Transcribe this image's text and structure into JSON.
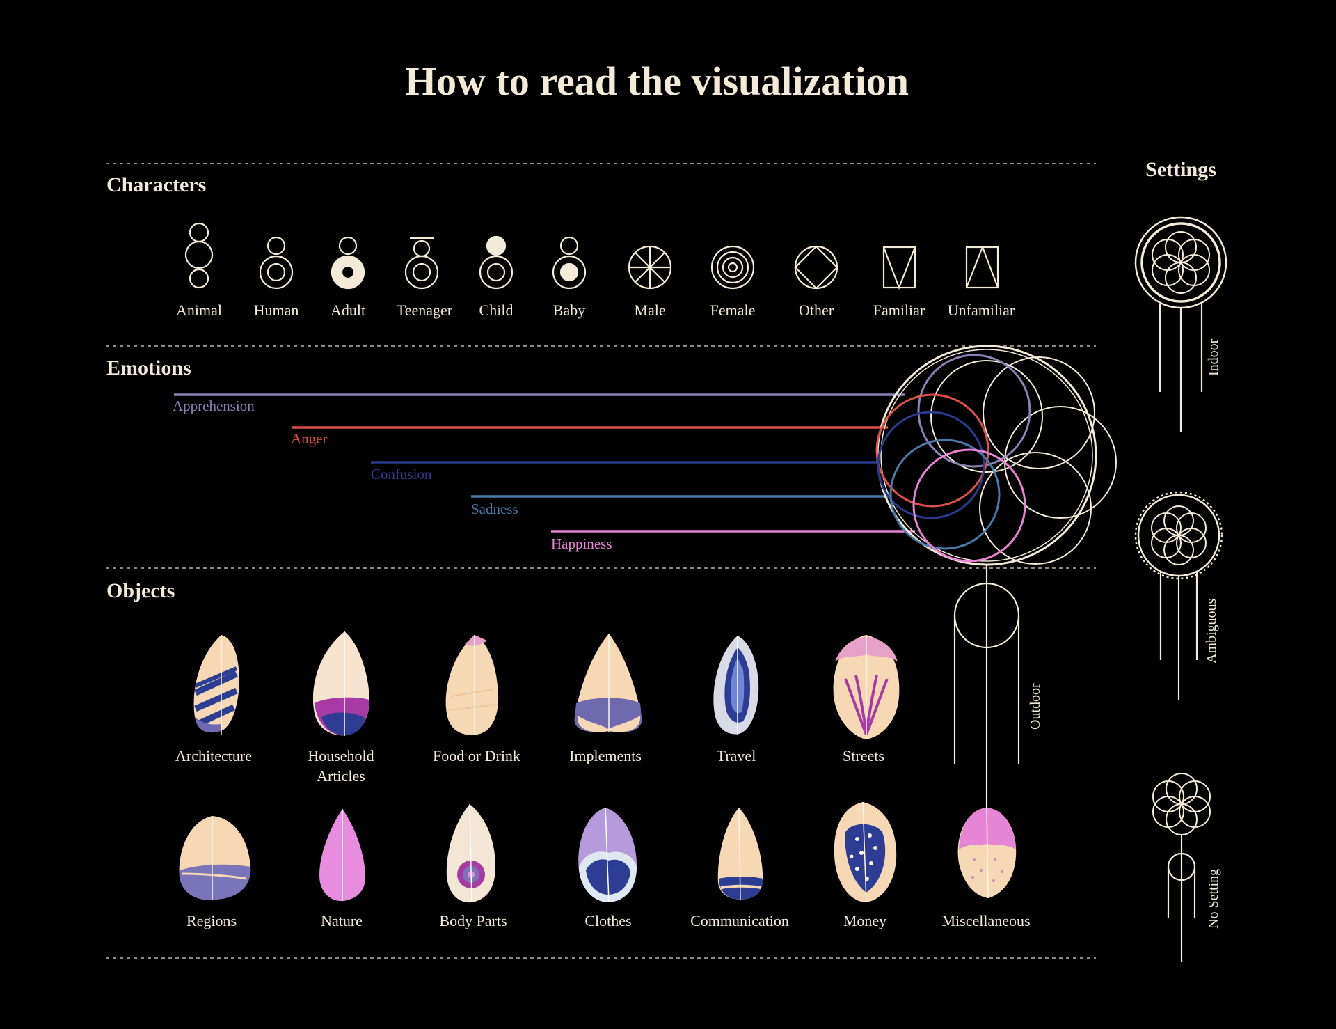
{
  "title": "How to read the visualization",
  "sections": {
    "characters": "Characters",
    "emotions": "Emotions",
    "objects": "Objects",
    "settings": "Settings"
  },
  "characters": [
    {
      "label": "Animal",
      "icon": "animal-icon"
    },
    {
      "label": "Human",
      "icon": "human-icon"
    },
    {
      "label": "Adult",
      "icon": "adult-icon"
    },
    {
      "label": "Teenager",
      "icon": "teenager-icon"
    },
    {
      "label": "Child",
      "icon": "child-icon"
    },
    {
      "label": "Baby",
      "icon": "baby-icon"
    },
    {
      "label": "Male",
      "icon": "male-wheel-icon"
    },
    {
      "label": "Female",
      "icon": "female-rings-icon"
    },
    {
      "label": "Other",
      "icon": "other-diamond-icon"
    },
    {
      "label": "Familiar",
      "icon": "familiar-rect-icon"
    },
    {
      "label": "Unfamiliar",
      "icon": "unfamiliar-rect-icon"
    }
  ],
  "emotions": [
    {
      "label": "Apprehension",
      "color": "#8a84b5"
    },
    {
      "label": "Anger",
      "color": "#e0514a"
    },
    {
      "label": "Confusion",
      "color": "#2a3a8c"
    },
    {
      "label": "Sadness",
      "color": "#4a7aa6"
    },
    {
      "label": "Happiness",
      "color": "#e884d2"
    }
  ],
  "objects_row1": [
    {
      "label": "Architecture",
      "icon": "feather-architecture-icon"
    },
    {
      "label": "Household",
      "label2": "Articles",
      "icon": "feather-household-icon"
    },
    {
      "label": "Food or Drink",
      "icon": "feather-food-icon"
    },
    {
      "label": "Implements",
      "icon": "feather-implements-icon"
    },
    {
      "label": "Travel",
      "icon": "feather-travel-icon"
    },
    {
      "label": "Streets",
      "icon": "feather-streets-icon"
    }
  ],
  "objects_row2": [
    {
      "label": "Regions",
      "icon": "feather-regions-icon"
    },
    {
      "label": "Nature",
      "icon": "feather-nature-icon"
    },
    {
      "label": "Body Parts",
      "icon": "feather-body-icon"
    },
    {
      "label": "Clothes",
      "icon": "feather-clothes-icon"
    },
    {
      "label": "Communication",
      "icon": "feather-communication-icon"
    },
    {
      "label": "Money",
      "icon": "feather-money-icon"
    },
    {
      "label": "Miscellaneous",
      "icon": "feather-misc-icon"
    }
  ],
  "settings": {
    "indoor": "Indoor",
    "ambiguous": "Ambiguous",
    "no_setting": "No Setting",
    "outdoor": "Outdoor"
  },
  "colors": {
    "cream": "#f3ead8",
    "peach": "#f6d9b4",
    "purple": "#7a74b8",
    "navy": "#2c3d93",
    "magenta": "#a73aa4",
    "pink": "#e684d6",
    "lavender": "#b69bdc"
  }
}
